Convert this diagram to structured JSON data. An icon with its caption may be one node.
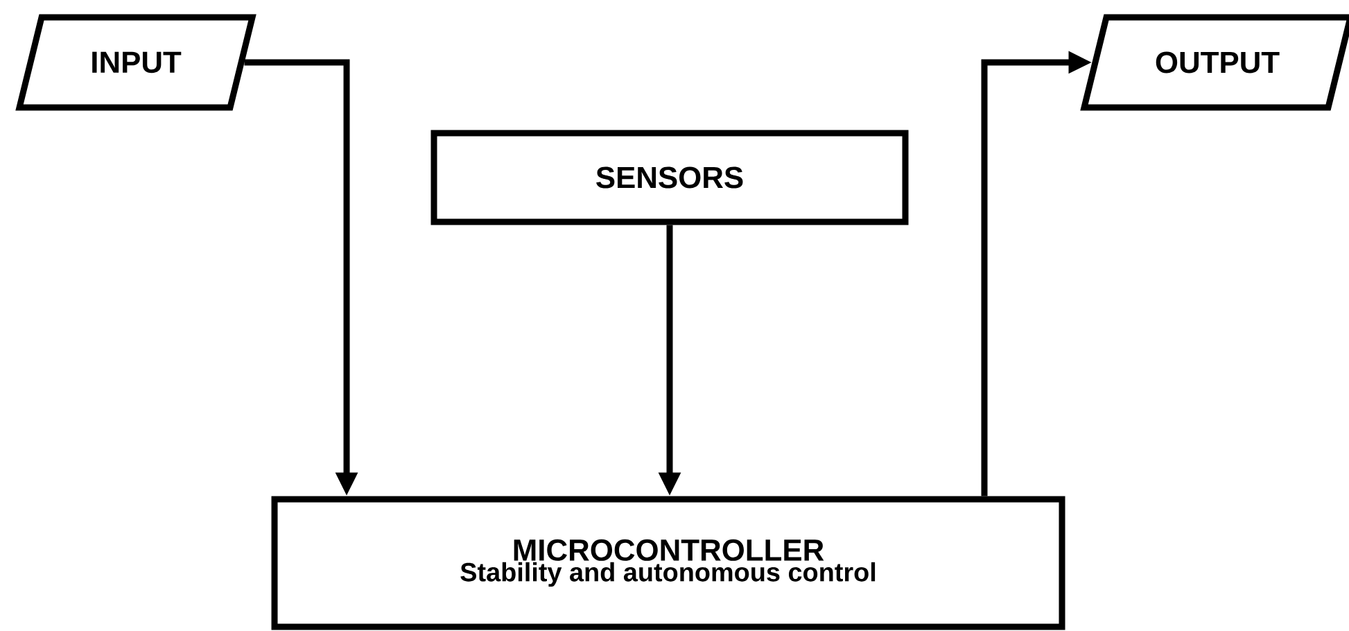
{
  "diagram": {
    "nodes": [
      {
        "text": [
          "INPUT"
        ]
      },
      {
        "text": [
          "SENSORS"
        ]
      },
      {
        "text": [
          "MICROCONTROLLER",
          "Stability and autonomous control"
        ]
      },
      {
        "text": [
          "OUTPUT"
        ]
      }
    ],
    "edges": [
      {
        "from": 0,
        "to": 2,
        "arrow": "to"
      },
      {
        "from": 1,
        "to": 2,
        "arrow": "to"
      },
      {
        "from": 2,
        "to": 3,
        "arrow": "to"
      }
    ]
  }
}
